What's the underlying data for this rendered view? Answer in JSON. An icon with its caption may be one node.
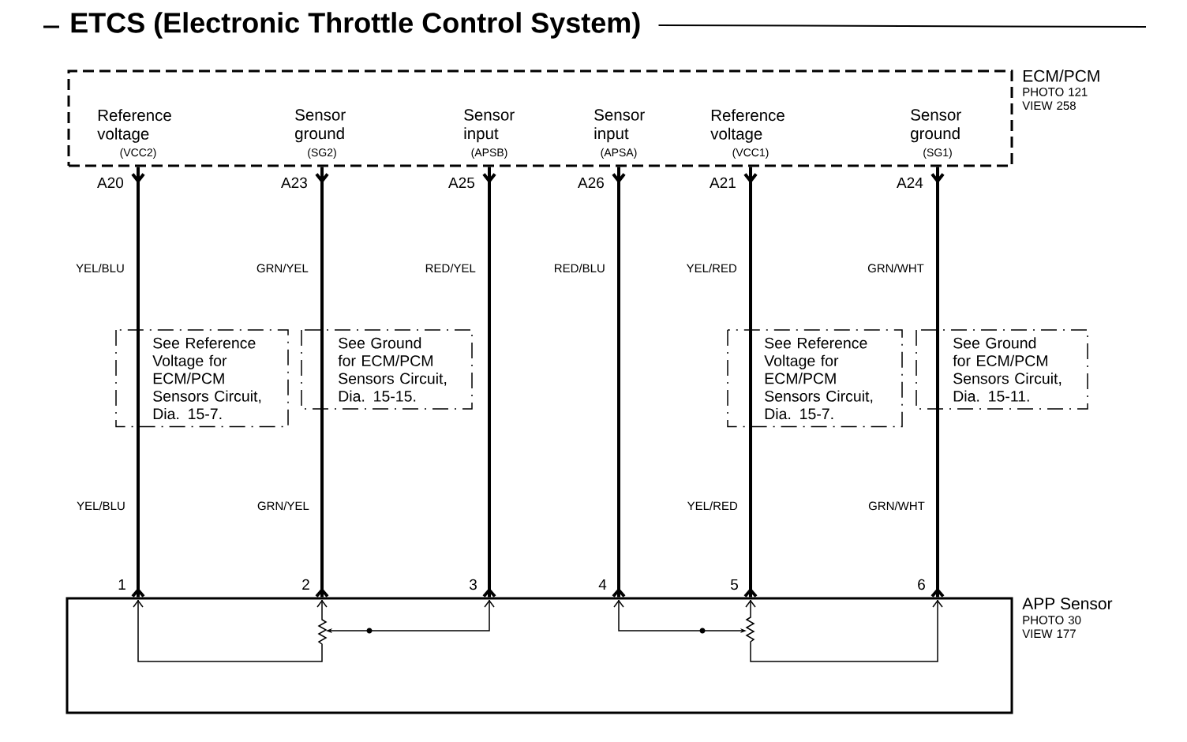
{
  "diagram": {
    "title": "ETCS (Electronic Throttle Control System)",
    "nodes": [
      {
        "text": [
          "ECM/PCM",
          "PHOTO 121 VIEW 258"
        ]
      },
      {
        "text": [
          "APP Sensor",
          "PHOTO 30 VIEW 177"
        ]
      },
      {
        "text": [
          "See Reference Voltage for ECM/PCM Sensors Circuit, Dia. 15-7."
        ]
      },
      {
        "text": [
          "See Ground for ECM/PCM Sensors Circuit, Dia. 15-15."
        ]
      },
      {
        "text": [
          "See Reference Voltage for ECM/PCM Sensors Circuit, Dia. 15-7."
        ]
      },
      {
        "text": [
          "See Ground for ECM/PCM Sensors Circuit, Dia. 15-11."
        ]
      }
    ],
    "edges": [
      {
        "from": 0,
        "to": 1,
        "arrow": "other",
        "label": "YEL/BLU"
      },
      {
        "from": 0,
        "to": 1,
        "arrow": "other",
        "label": "GRN/YEL"
      },
      {
        "from": 0,
        "to": 1,
        "arrow": "other",
        "label": "RED/YEL"
      },
      {
        "from": 0,
        "to": 1,
        "arrow": "other",
        "label": "RED/BLU"
      },
      {
        "from": 0,
        "to": 1,
        "arrow": "other",
        "label": "YEL/RED"
      },
      {
        "from": 0,
        "to": 1,
        "arrow": "other",
        "label": "GRN/WHT"
      }
    ],
    "labels": [
      "Reference voltage",
      "Sensor ground",
      "Sensor input",
      "Sensor input",
      "Reference voltage",
      "Sensor ground",
      "(VCC2)",
      "(SG2)",
      "(APSB)",
      "(APSA)",
      "(VCC1)",
      "(SG1)",
      "A20",
      "A23",
      "A25",
      "A26",
      "A21",
      "A24",
      "YEL/BLU",
      "GRN/YEL",
      "YEL/RED",
      "GRN/WHT",
      "1",
      "2",
      "3",
      "4",
      "5",
      "6"
    ]
  }
}
